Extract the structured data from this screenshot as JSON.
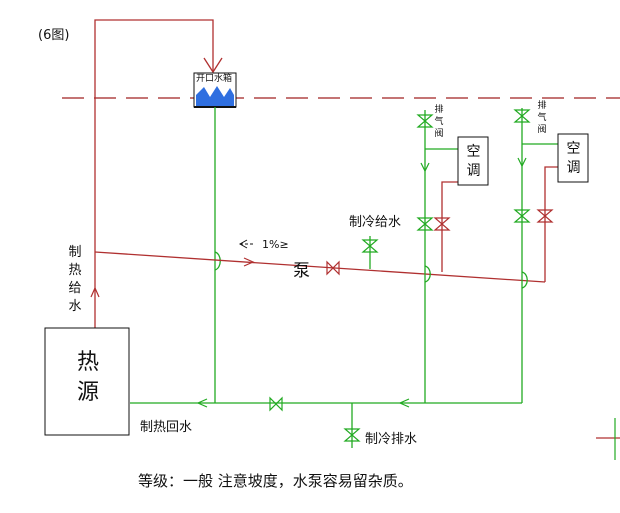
{
  "figure": {
    "number": "(6图)",
    "caption": "等级：一般 注意坡度，水泵容易留杂质。"
  },
  "labels": {
    "tank": "开口水箱",
    "heat_source": "热源",
    "heating_supply": "制热给水",
    "heating_return": "制热回水",
    "cooling_supply": "制冷给水",
    "cooling_drain": "制冷排水",
    "pump": "泵",
    "slope": "1%≥",
    "vent_valve": "排气阀",
    "ac_unit": "空调"
  },
  "colors": {
    "heating_line": "#b03030",
    "cooling_line": "#22aa22",
    "level_line": "#a02020",
    "tank_fill": "#2f6fe0",
    "border": "#111111"
  }
}
